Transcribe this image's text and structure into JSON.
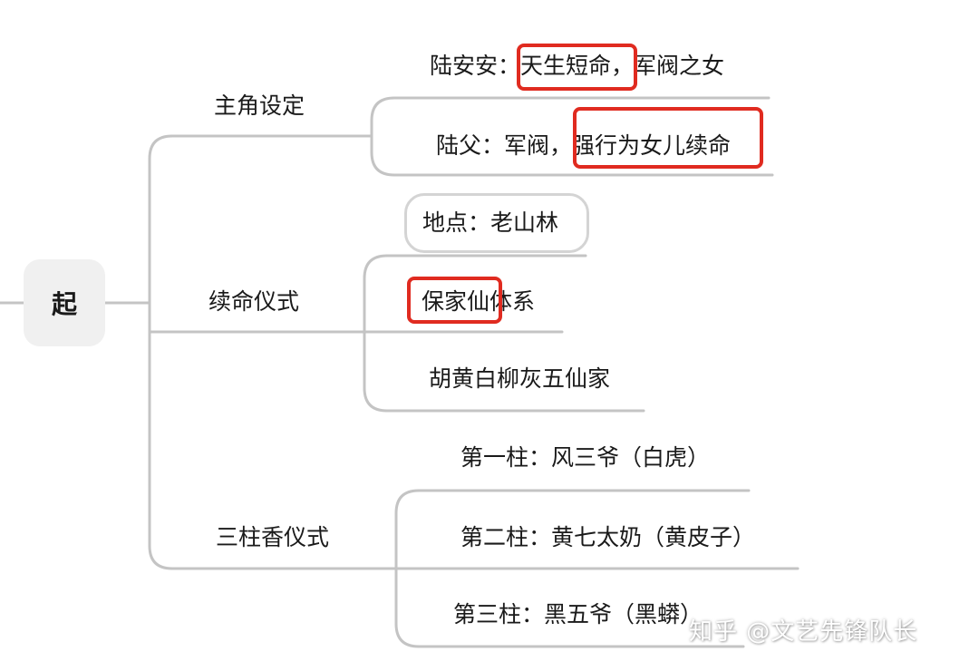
{
  "root": {
    "label": "起"
  },
  "branches": [
    {
      "label": "主角设定",
      "children": [
        {
          "text": "陆安安：天生短命，军阀之女",
          "highlight": "天生短命，"
        },
        {
          "text": "陆父：军阀，强行为女儿续命",
          "highlight": "强行为女儿续命"
        }
      ]
    },
    {
      "label": "续命仪式",
      "children": [
        {
          "text": "地点：老山林",
          "style": "bubble"
        },
        {
          "text": "保家仙体系",
          "highlight": "保家仙"
        },
        {
          "text": "胡黄白柳灰五仙家"
        }
      ]
    },
    {
      "label": "三柱香仪式",
      "children": [
        {
          "text": "第一柱：风三爷（白虎）"
        },
        {
          "text": "第二柱：黄七太奶（黄皮子）"
        },
        {
          "text": "第三柱：黑五爷（黑蟒）"
        }
      ]
    }
  ],
  "colors": {
    "line": "#c4c4c4",
    "highlight": "#e02b20",
    "root_bg": "#f0f0f0"
  },
  "watermark": "知乎 @文艺先锋队长"
}
